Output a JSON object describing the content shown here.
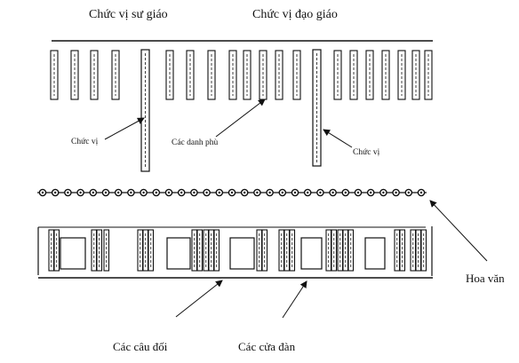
{
  "labels": {
    "su_giao": "Chức vị sư giáo",
    "dao_giao": "Chức vị đạo giáo",
    "chuc_vi_left": "Chức vị",
    "cac_danh_phu": "Các danh phù",
    "chuc_vi_right": "Chức vị",
    "hoa_van": "Hoa văn",
    "cac_cau_doi": "Các câu đối",
    "cac_cua_dan": "Các cửa đàn"
  }
}
